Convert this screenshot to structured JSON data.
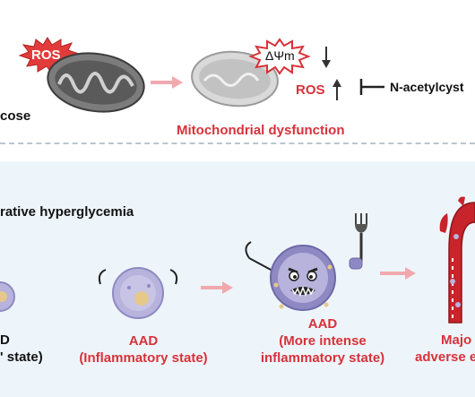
{
  "top": {
    "glucose_label": "cose",
    "ros_burst_label": "ROS",
    "delta_psi_label": "ΔΨm",
    "ros_label": "ROS",
    "inhibitor_label": "N-acetylcyst",
    "mito_dysfunction_label": "Mitochondrial dysfunction"
  },
  "bottom": {
    "section_title": "rative hyperglycemia",
    "stage1_line1": "D",
    "stage1_line2": "' state)",
    "stage2_line1": "AAD",
    "stage2_line2": "(Inflammatory state)",
    "stage3_line1": "AAD",
    "stage3_line2": "(More intense",
    "stage3_line3": "inflammatory state)",
    "stage4_line1": "Majo",
    "stage4_line2": "adverse e"
  },
  "colors": {
    "accent_red": "#d7323a",
    "arrow_pink": "#f2a9ae",
    "cell_purple": "#b7b3dc",
    "background_blue": "#eef5fa"
  },
  "icons": [
    "ros-burst-icon",
    "mitochondrion-icon",
    "damaged-mitochondrion-icon",
    "inhibition-tee-icon",
    "immune-cell-icon",
    "angry-macrophage-icon",
    "fork-icon",
    "aorta-icon"
  ]
}
